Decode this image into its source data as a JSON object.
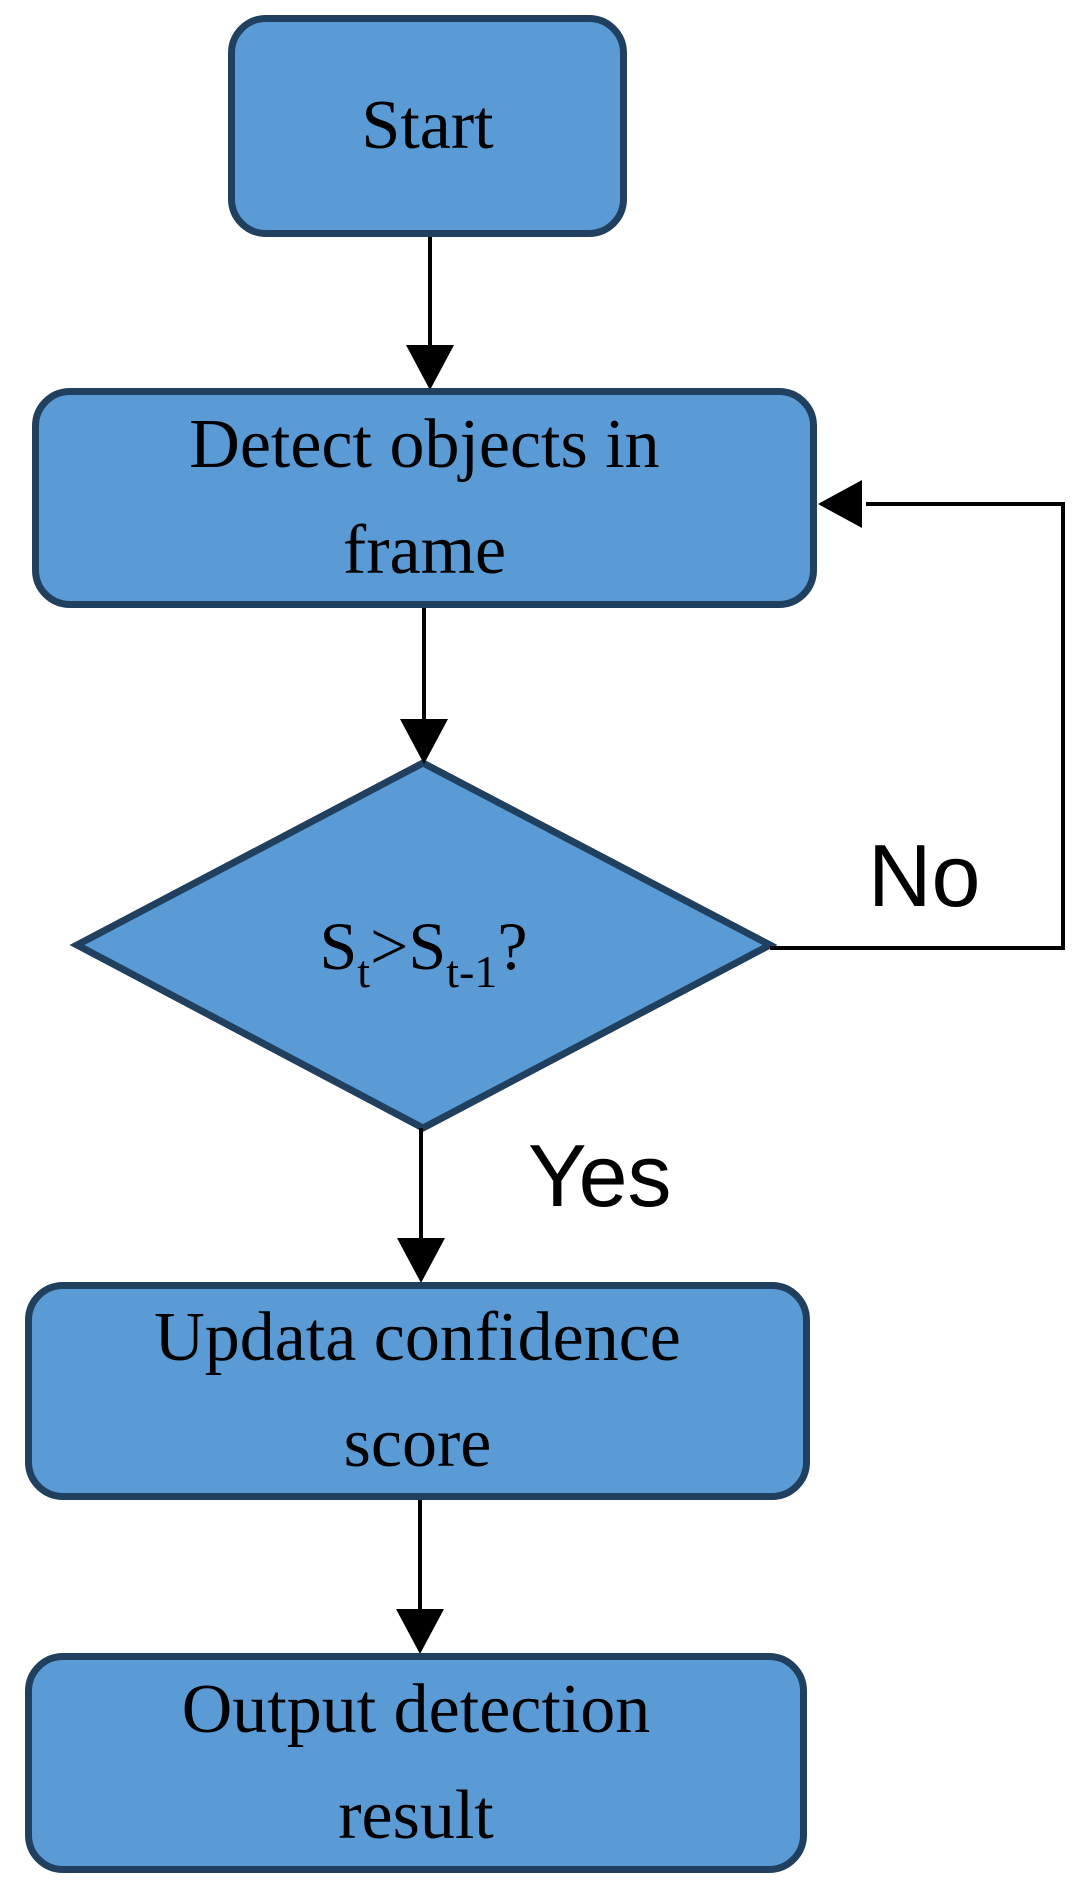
{
  "flowchart": {
    "nodes": {
      "start": {
        "label": "Start"
      },
      "detect": {
        "lines": [
          "Detect objects in",
          "frame"
        ]
      },
      "decision": {
        "base1": "S",
        "sub1": "t",
        "mid": ">S",
        "sub2": "t-1",
        "end": "?"
      },
      "update": {
        "lines": [
          "Updata confidence",
          "score"
        ]
      },
      "output": {
        "lines": [
          "Output detection",
          "result"
        ]
      }
    },
    "edge_labels": {
      "no": "No",
      "yes": "Yes"
    },
    "colors": {
      "node_fill": "#5B9BD5",
      "node_border": "#21405F",
      "connector": "#000000",
      "text": "#000000"
    }
  }
}
